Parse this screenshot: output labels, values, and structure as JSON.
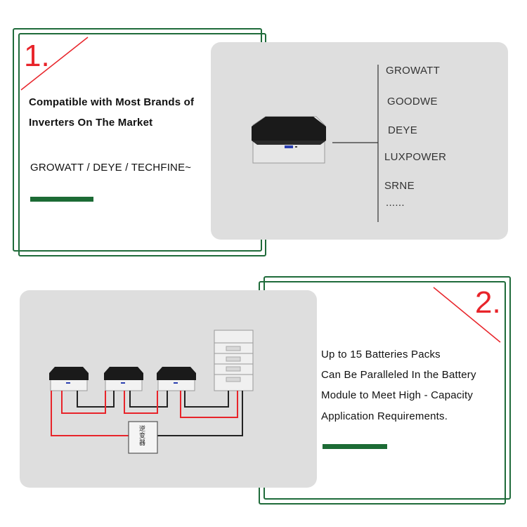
{
  "section1": {
    "number": "1.",
    "heading_line1": "Compatible with Most Brands of",
    "heading_line2": "Inverters On The Market",
    "brands_line": "GROWATT / DEYE / TECHFINE~",
    "brand_list": [
      "GROWATT",
      "GOODWE",
      "DEYE",
      "LUXPOWER",
      "SRNE",
      "......"
    ]
  },
  "section2": {
    "number": "2.",
    "text_lines": [
      "Up to 15 Batteries Packs",
      "Can Be Paralleled In the Battery",
      "Module to Meet High - Capacity",
      "Application Requirements."
    ],
    "inverter_label": "逆变器"
  },
  "colors": {
    "frame_green": "#1f6b3a",
    "accent_red": "#e8242a",
    "panel_gray": "#dedede",
    "bar_green": "#1c6b35"
  }
}
